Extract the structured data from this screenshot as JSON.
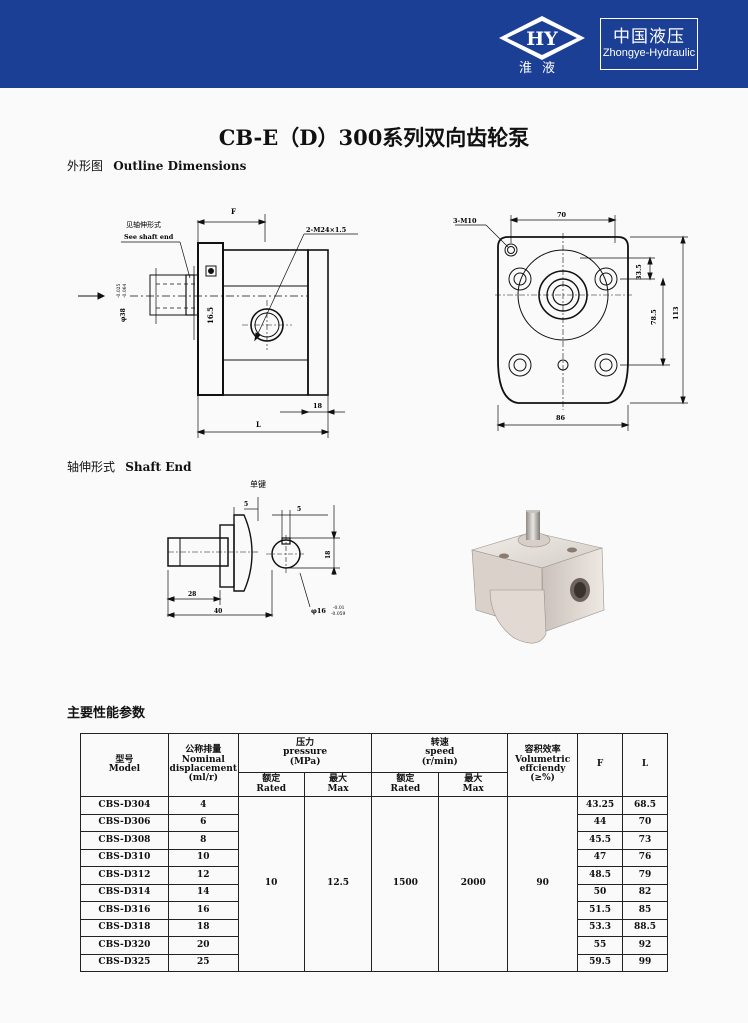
{
  "header": {
    "logo_letters": "HY",
    "logo_sub": "淮液",
    "brand_cn": "中国液压",
    "brand_en": "Zhongye-Hydraulic",
    "band_color": "#1c3f96"
  },
  "title": "CB-E（D）300系列双向齿轮泵",
  "outline": {
    "heading_cn": "外形图",
    "heading_en": "Outline Dimensions",
    "side_view": {
      "shaft_note_cn": "见轴伸形式",
      "shaft_note_en": "See shaft end",
      "dim_F": "F",
      "port_label": "2-M24×1.5",
      "dim_phi38": "φ38",
      "phi38_tol_upper": "-0.025",
      "phi38_tol_lower": "-0.064",
      "dim_16_5": "16.5",
      "dim_18": "18",
      "dim_L": "L"
    },
    "front_view": {
      "bolt_label": "3-M10",
      "dim_70": "70",
      "dim_33_5": "33.5",
      "dim_78_5": "78.5",
      "dim_113": "113",
      "dim_86": "86"
    }
  },
  "shaft_end": {
    "heading_cn": "轴伸形式",
    "heading_en": "Shaft End",
    "key_label_cn": "单键",
    "dim_5a": "5",
    "dim_5b": "5",
    "dim_18": "18",
    "dim_28": "28",
    "dim_40": "40",
    "dim_phi16": "φ16",
    "phi16_tol_upper": "-0.01",
    "phi16_tol_lower": "-0.059"
  },
  "params": {
    "heading": "主要性能参数",
    "headers": {
      "model_cn": "型号",
      "model_en": "Model",
      "disp_cn": "公称排量",
      "disp_en1": "Nominal",
      "disp_en2": "displacement",
      "disp_unit": "(ml/r)",
      "pressure_cn": "压力",
      "pressure_en": "pressure",
      "pressure_unit": "(MPa)",
      "speed_cn": "转速",
      "speed_en": "speed",
      "speed_unit": "(r/min)",
      "eff_cn": "容积效率",
      "eff_en1": "Volumetric",
      "eff_en2": "effciendy",
      "eff_unit": "(≥%)",
      "F": "F",
      "L": "L",
      "rated_cn": "额定",
      "rated_en": "Rated",
      "max_cn": "最大",
      "max_en": "Max"
    },
    "rows": [
      {
        "model": "CBS-D304",
        "disp": "4",
        "F": "43.25",
        "L": "68.5"
      },
      {
        "model": "CBS-D306",
        "disp": "6",
        "F": "44",
        "L": "70"
      },
      {
        "model": "CBS-D308",
        "disp": "8",
        "F": "45.5",
        "L": "73"
      },
      {
        "model": "CBS-D310",
        "disp": "10",
        "F": "47",
        "L": "76"
      },
      {
        "model": "CBS-D312",
        "disp": "12",
        "F": "48.5",
        "L": "79"
      },
      {
        "model": "CBS-D314",
        "disp": "14",
        "F": "50",
        "L": "82"
      },
      {
        "model": "CBS-D316",
        "disp": "16",
        "F": "51.5",
        "L": "85"
      },
      {
        "model": "CBS-D318",
        "disp": "18",
        "F": "53.3",
        "L": "88.5"
      },
      {
        "model": "CBS-D320",
        "disp": "20",
        "F": "55",
        "L": "92"
      },
      {
        "model": "CBS-D325",
        "disp": "25",
        "F": "59.5",
        "L": "99"
      }
    ],
    "shared": {
      "pressure_rated": "10",
      "pressure_max": "12.5",
      "speed_rated": "1500",
      "speed_max": "2000",
      "efficiency": "90"
    }
  }
}
